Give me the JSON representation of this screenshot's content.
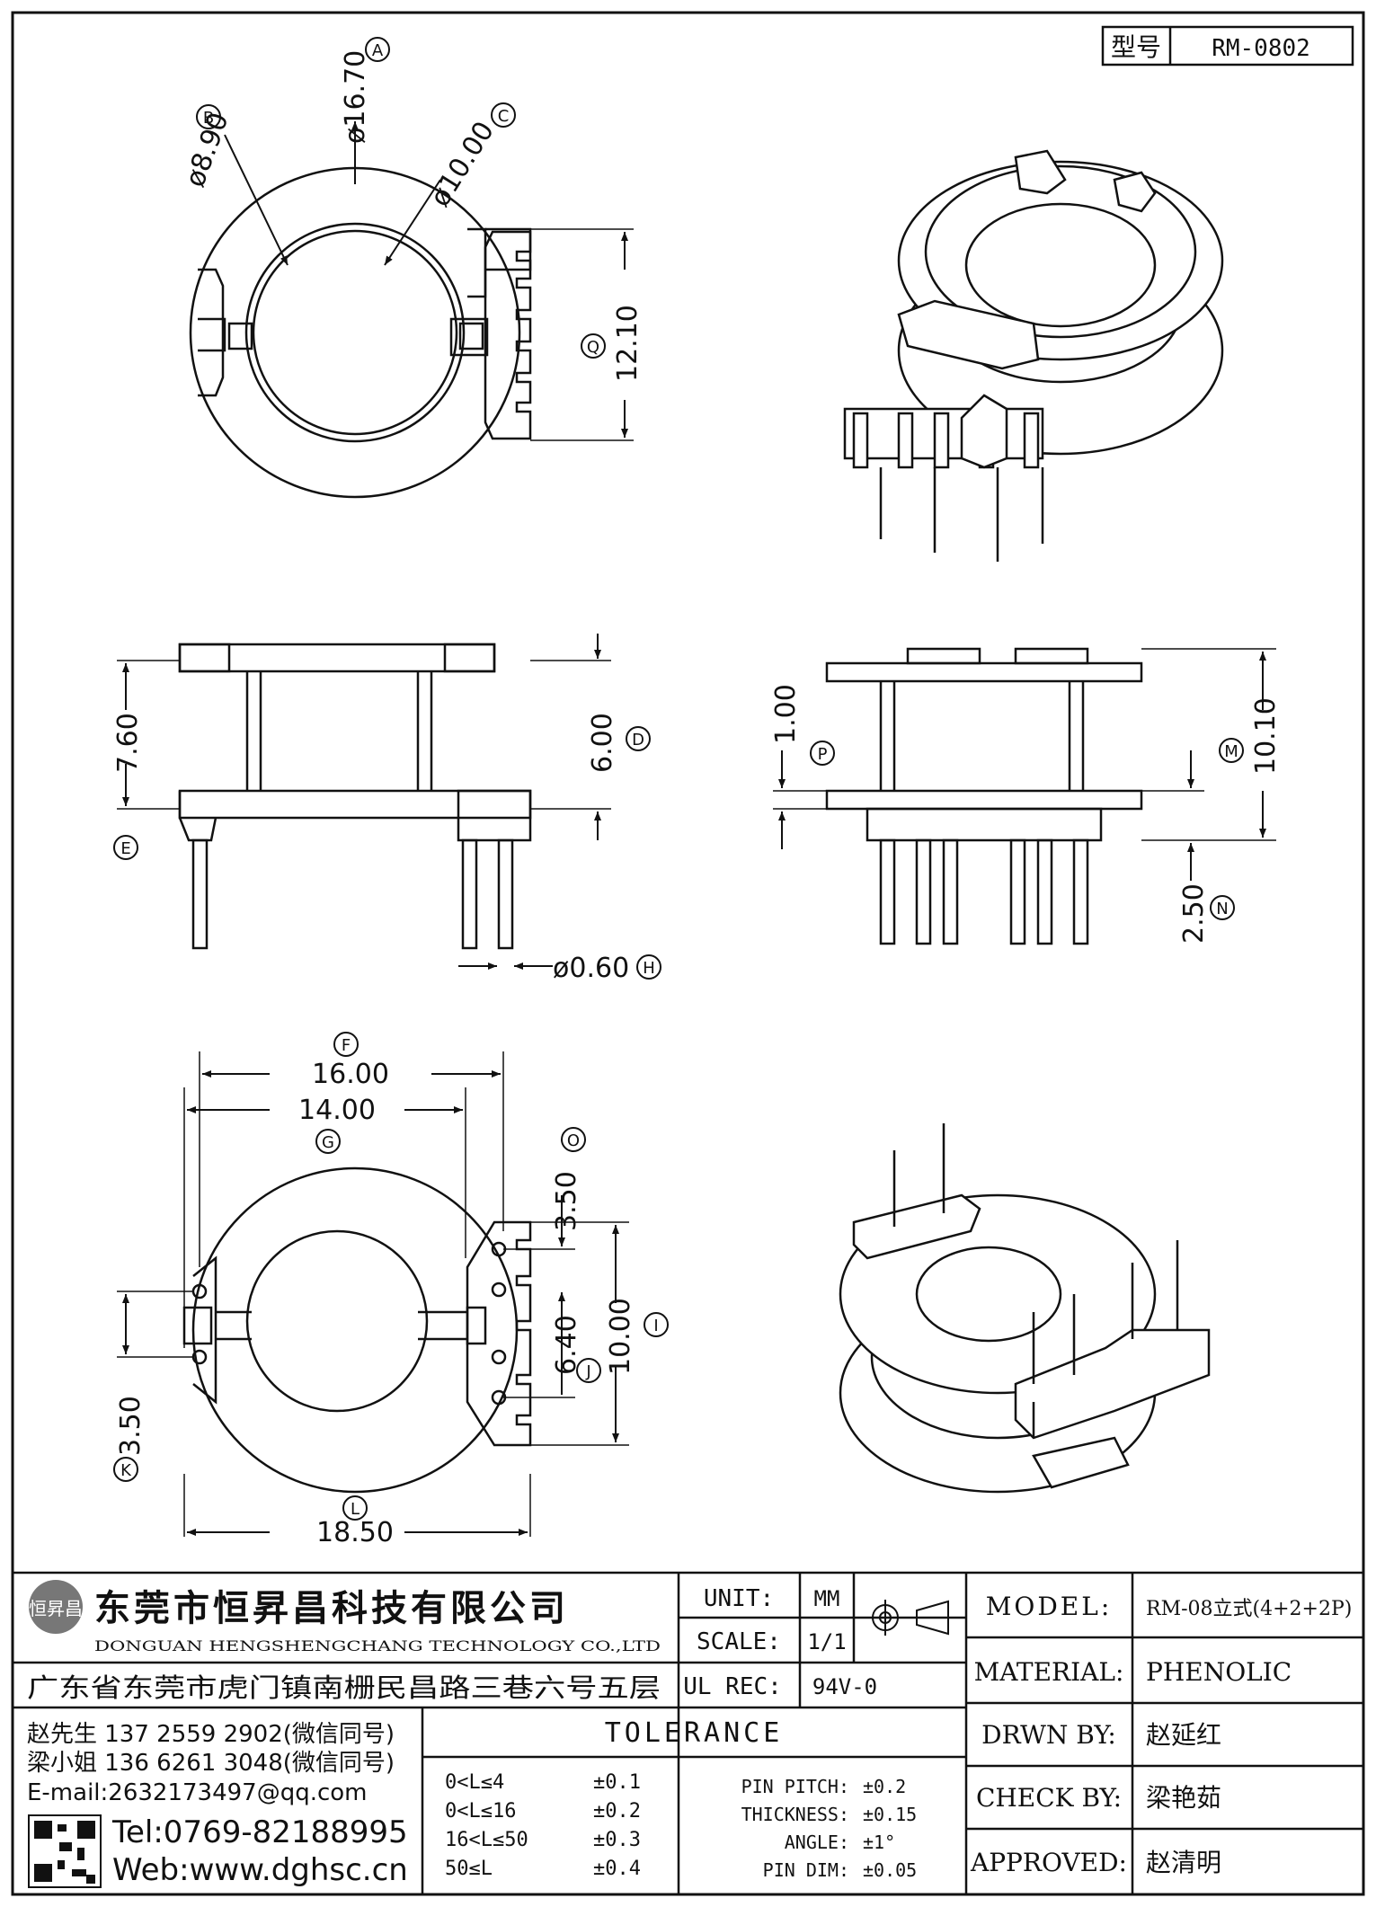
{
  "part_no": {
    "label": "型号",
    "value": "RM-0802"
  },
  "dimensions": {
    "A": "ø16.70",
    "B": "ø8.90",
    "C": "ø10.00",
    "Q": "12.10",
    "D": "6.00",
    "E": "7.60",
    "H": "ø0.60",
    "P": "1.00",
    "M": "10.10",
    "N": "2.50",
    "F": "16.00",
    "G": "14.00",
    "O": "3.50",
    "I": "10.00",
    "J": "6.40",
    "K": "3.50",
    "L": "18.50"
  },
  "markers": [
    "A",
    "B",
    "C",
    "D",
    "E",
    "F",
    "G",
    "H",
    "I",
    "J",
    "K",
    "L",
    "M",
    "N",
    "O",
    "P",
    "Q"
  ],
  "company": {
    "logo_text": "恒昇昌",
    "name_cn": "东莞市恒昇昌科技有限公司",
    "name_en": "DONGUAN HENGSHENGCHANG TECHNOLOGY CO.,LTD",
    "address": "广东省东莞市虎门镇南栅民昌路三巷六号五层"
  },
  "contacts": {
    "c1": "赵先生 137 2559 2902(微信同号)",
    "c2": "梁小姐 136 6261 3048(微信同号)",
    "email": "E-mail:2632173497@qq.com",
    "tel": "Tel:0769-82188995",
    "web": "Web:www.dghsc.cn"
  },
  "spec": {
    "unit_label": "UNIT:",
    "unit": "MM",
    "scale_label": "SCALE:",
    "scale": "1/1",
    "ul_label": "UL REC:",
    "ul": "94V-0"
  },
  "tolerance": {
    "title": "TOLERANCE",
    "ranges": [
      {
        "range": "0<L≤4",
        "tol": "±0.1"
      },
      {
        "range": "0<L≤16",
        "tol": "±0.2"
      },
      {
        "range": "16<L≤50",
        "tol": "±0.3"
      },
      {
        "range": "50≤L",
        "tol": "±0.4"
      }
    ],
    "misc": [
      {
        "label": "PIN PITCH:",
        "tol": "±0.2"
      },
      {
        "label": "THICKNESS:",
        "tol": "±0.15"
      },
      {
        "label": "ANGLE:",
        "tol": "±1°"
      },
      {
        "label": "PIN DIM:",
        "tol": "±0.05"
      }
    ]
  },
  "info": {
    "model_label": "MODEL:",
    "model": "RM-08立式(4+2+2P)",
    "material_label": "MATERIAL:",
    "material": "PHENOLIC",
    "drawn_label": "DRWN BY:",
    "drawn": "赵延红",
    "check_label": "CHECK BY:",
    "check": "梁艳茹",
    "approved_label": "APPROVED:",
    "approved": "赵清明"
  }
}
